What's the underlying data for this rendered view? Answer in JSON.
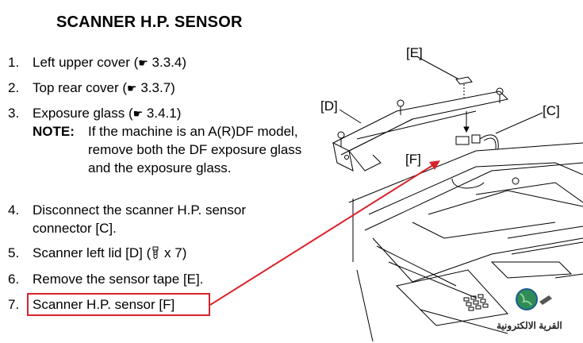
{
  "title": "SCANNER H.P. SENSOR",
  "steps": [
    {
      "num": "1.",
      "text": "Left upper cover (",
      "ref": "3.3.4)"
    },
    {
      "num": "2.",
      "text": "Top rear cover (",
      "ref": "3.3.7)"
    },
    {
      "num": "3.",
      "text": "Exposure glass (",
      "ref": "3.4.1)"
    },
    {
      "num": "4.",
      "line1": "Disconnect the scanner H.P. sensor",
      "line2": "connector [C]."
    },
    {
      "num": "5.",
      "text": "Scanner left lid [D] (",
      "ref": "x 7)"
    },
    {
      "num": "6.",
      "text": "Remove the sensor tape [E]."
    },
    {
      "num": "7.",
      "text": "Scanner H.P. sensor [F]"
    }
  ],
  "note": {
    "label": "NOTE:",
    "text": "If the machine is an A(R)DF model, remove both the DF exposure glass and the exposure glass."
  },
  "callouts": {
    "E": "[E]",
    "D": "[D]",
    "C": "[C]",
    "F": "[F]"
  },
  "watermark": "القرية الالكترونية",
  "colors": {
    "highlight": "#d9232a",
    "arrow": "#d9232a"
  },
  "icons": {
    "reference": "pointing-hand-icon",
    "screw": "screw-icon"
  }
}
